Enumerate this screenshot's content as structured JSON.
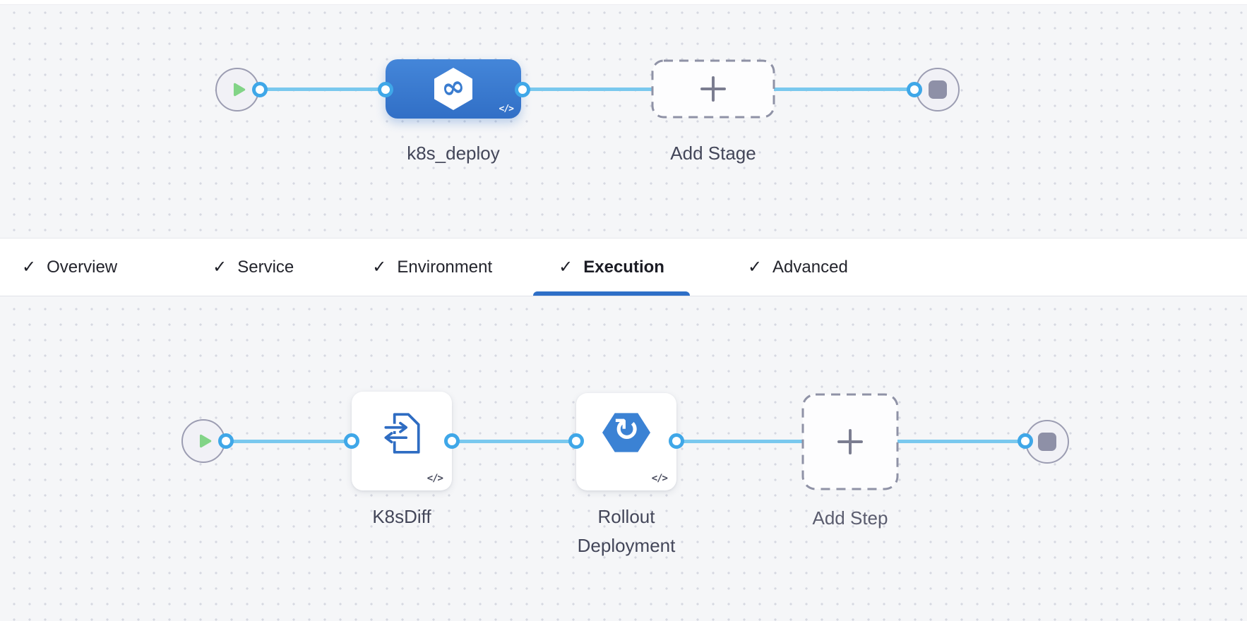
{
  "glyphs": {
    "check": "✓",
    "infinity": "∞",
    "redo_arrow": "↻",
    "code_badge": "</>"
  },
  "colors": {
    "canvas_bg": "#f5f6f8",
    "dot_grid": "#d6d8e1",
    "stage_blue": "#3a7bcf",
    "edge_blue": "#79c8ee",
    "port_ring_blue": "#3fa7e8",
    "play_green": "#82d487",
    "stop_gray": "#8e90a7",
    "dashed_border": "#8f92a6",
    "active_tab_underline": "#2e6fc7",
    "label_dark": "#434659",
    "label_muted": "#5a5c6e"
  },
  "stage_pipeline": {
    "stage": {
      "label": "k8s_deploy"
    },
    "add_stage": {
      "label": "Add Stage"
    }
  },
  "tab_bar": {
    "tabs": [
      {
        "label": "Overview",
        "checked": true,
        "active": false
      },
      {
        "label": "Service",
        "checked": true,
        "active": false
      },
      {
        "label": "Environment",
        "checked": true,
        "active": false
      },
      {
        "label": "Execution",
        "checked": true,
        "active": true
      },
      {
        "label": "Advanced",
        "checked": true,
        "active": false
      }
    ]
  },
  "step_pipeline": {
    "steps": [
      {
        "label": "K8sDiff"
      },
      {
        "label": "Rollout Deployment"
      }
    ],
    "add_step": {
      "label": "Add Step"
    }
  }
}
